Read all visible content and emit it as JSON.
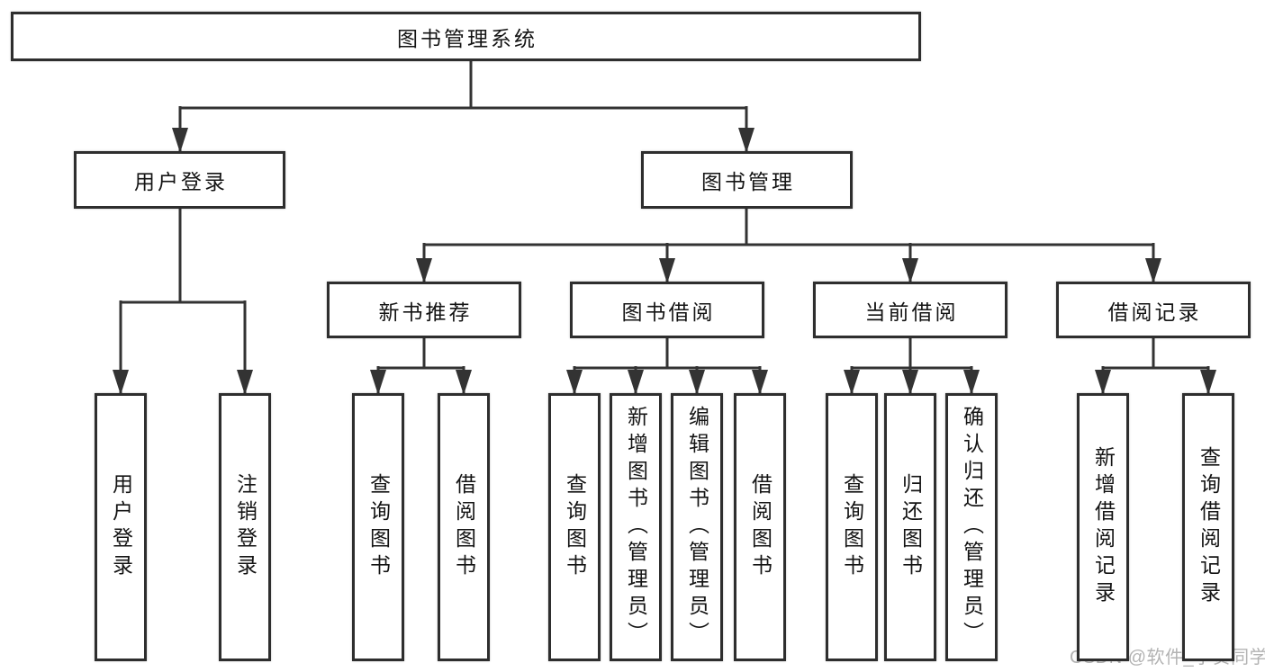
{
  "diagram": {
    "root": {
      "label": "图书管理系统"
    },
    "level2": [
      {
        "label": "用户登录"
      },
      {
        "label": "图书管理"
      }
    ],
    "level3": [
      {
        "label": "新书推荐"
      },
      {
        "label": "图书借阅"
      },
      {
        "label": "当前借阅"
      },
      {
        "label": "借阅记录"
      }
    ],
    "leaves": [
      {
        "label": "用户登录"
      },
      {
        "label": "注销登录"
      },
      {
        "label": "查询图书"
      },
      {
        "label": "借阅图书"
      },
      {
        "label": "查询图书"
      },
      {
        "label": "新增图书（管理员）"
      },
      {
        "label": "编辑图书（管理员）"
      },
      {
        "label": "借阅图书"
      },
      {
        "label": "查询图书"
      },
      {
        "label": "归还图书"
      },
      {
        "label": "确认归还（管理员）"
      },
      {
        "label": "新增借阅记录"
      },
      {
        "label": "查询借阅记录"
      }
    ]
  },
  "watermark": {
    "text": "CSDN @软件_小贺同学"
  },
  "colors": {
    "line": "#333333",
    "box_border": "#2e2e2e",
    "text": "#141414",
    "watermark": "#b3b3b3",
    "background": "#ffffff"
  }
}
